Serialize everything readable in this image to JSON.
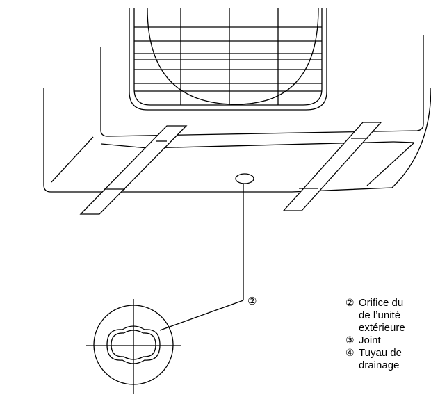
{
  "callout": {
    "number": "②"
  },
  "legend": {
    "items": [
      {
        "number": "②",
        "text": "Orifice du\nde l’unité\nextérieure"
      },
      {
        "number": "③",
        "text": "Joint"
      },
      {
        "number": "④",
        "text": "Tuyau de\ndrainage"
      }
    ]
  }
}
